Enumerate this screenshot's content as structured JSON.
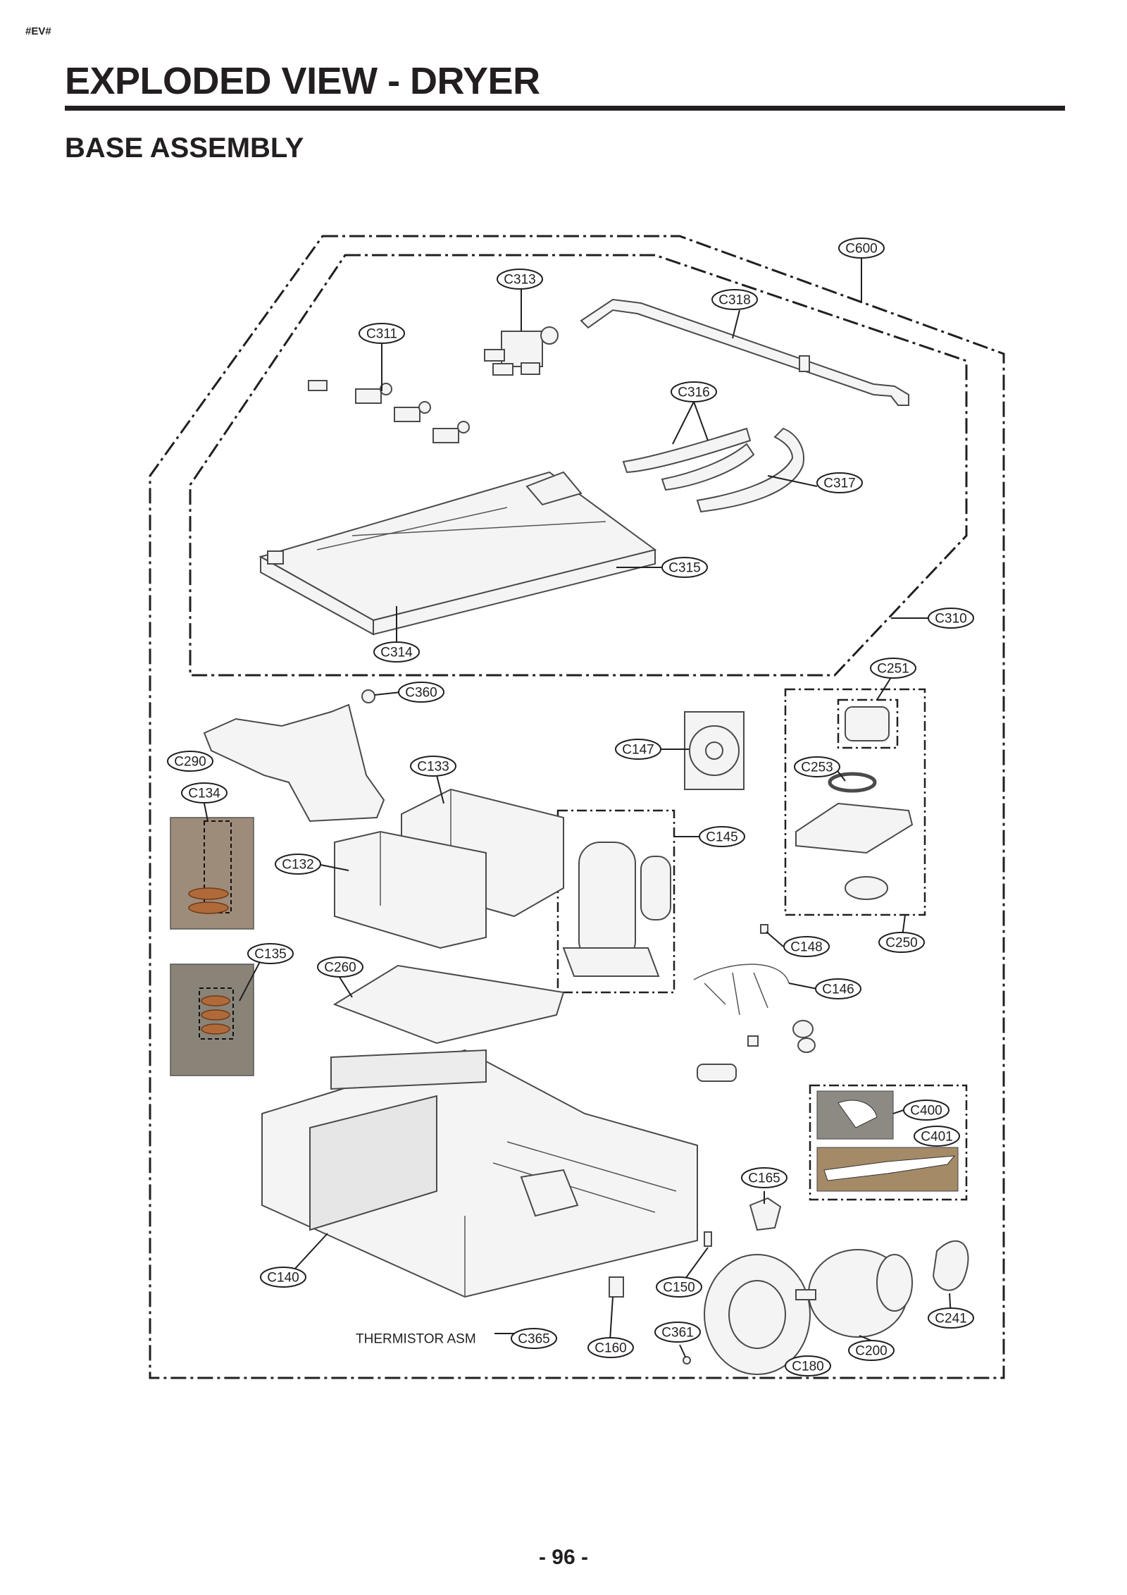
{
  "header": {
    "doc_tag": "#EV#",
    "title": "EXPLODED VIEW - DRYER",
    "subtitle": "BASE ASSEMBLY"
  },
  "footer": {
    "page_number": "- 96 -"
  },
  "thermistor_label": "THERMISTOR ASM",
  "callouts": {
    "C600": "C600",
    "C313": "C313",
    "C318": "C318",
    "C311": "C311",
    "C316": "C316",
    "C317": "C317",
    "C315": "C315",
    "C310": "C310",
    "C314": "C314",
    "C251": "C251",
    "C360": "C360",
    "C147": "C147",
    "C253": "C253",
    "C290": "C290",
    "C133": "C133",
    "C134": "C134",
    "C145": "C145",
    "C132": "C132",
    "C148": "C148",
    "C250": "C250",
    "C135": "C135",
    "C260": "C260",
    "C146": "C146",
    "C400": "C400",
    "C401": "C401",
    "C165": "C165",
    "C140": "C140",
    "C150": "C150",
    "C241": "C241",
    "C361": "C361",
    "C365": "C365",
    "C160": "C160",
    "C200": "C200",
    "C180": "C180"
  }
}
